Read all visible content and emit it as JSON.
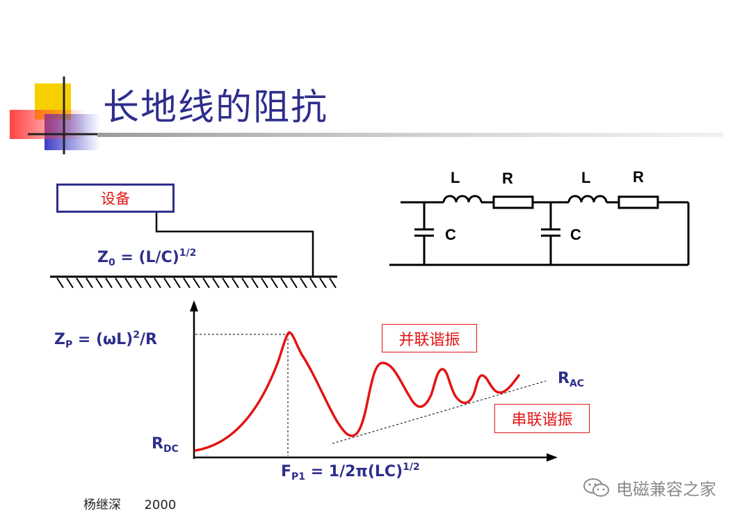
{
  "title": "长地线的阻抗",
  "device_label": "设备",
  "z0": {
    "base": "Z",
    "sub": "0",
    "rest": " = (L/C)",
    "sup": "1/2"
  },
  "zp": {
    "base": "Z",
    "sub": "P",
    "rest": " = (ωL)",
    "sup": "2",
    "tail": "/R"
  },
  "rdc": {
    "base": "R",
    "sub": "DC"
  },
  "rac": {
    "base": "R",
    "sub": "AC"
  },
  "fp1": {
    "base": "F",
    "sub": "P1",
    "rest": " = 1/2π(LC)",
    "sup": "1/2"
  },
  "parallel_resonance": "并联谐振",
  "series_resonance": "串联谐振",
  "circuit": {
    "l1": "L",
    "r1": "R",
    "c1": "C",
    "l2": "L",
    "r2": "R",
    "c2": "C"
  },
  "footer_author": "杨继深",
  "footer_year": "2000",
  "watermark": "电磁兼容之家",
  "colors": {
    "title": "#2e2e8c",
    "curve": "#e21414",
    "accent_yellow": "#f7d000",
    "accent_red": "#ff3b3b",
    "accent_blue": "#3c3cc8"
  }
}
